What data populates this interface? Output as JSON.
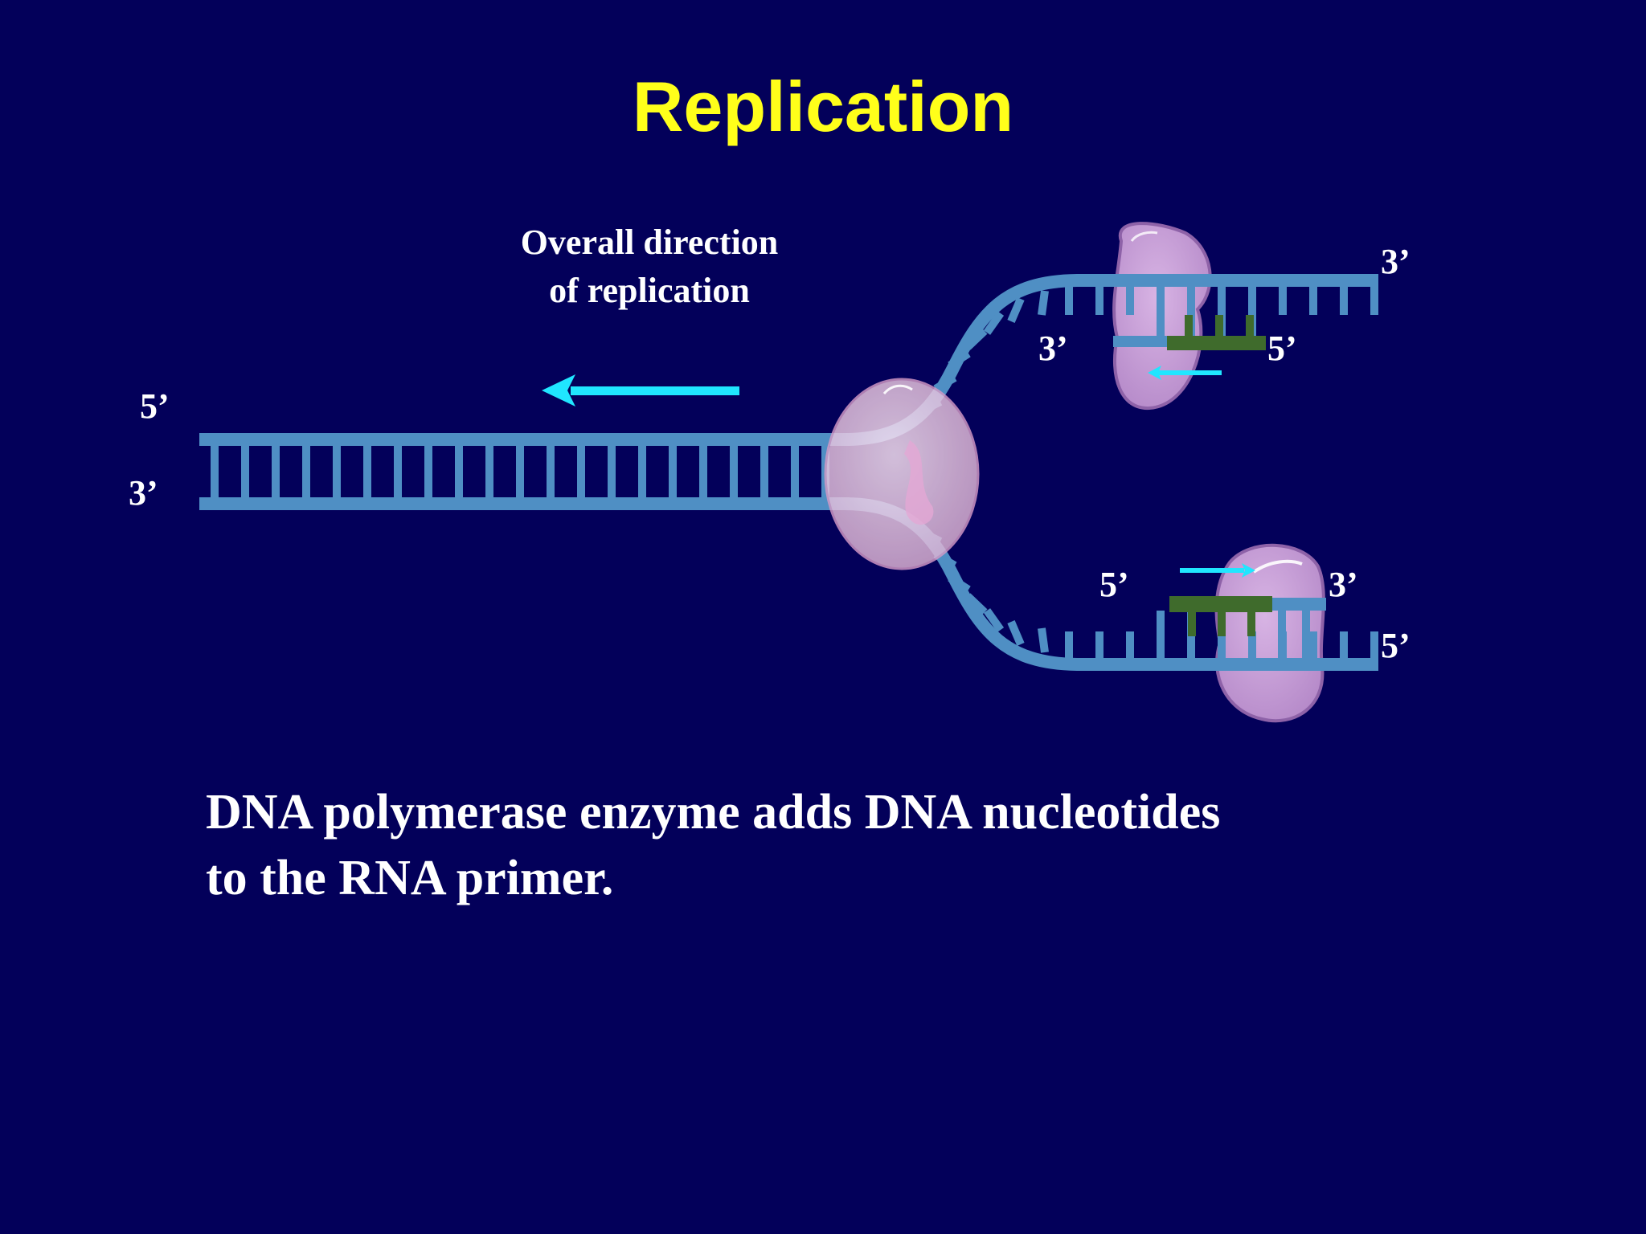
{
  "slide": {
    "title": "Replication",
    "caption_line1": "DNA polymerase enzyme adds DNA nucleotides",
    "caption_line2": "to the RNA primer."
  },
  "diagram": {
    "direction_label_line1": "Overall direction",
    "direction_label_line2": "of replication",
    "labels": {
      "parent_top_end": "5’",
      "parent_bottom_end": "3’",
      "upper_template_end": "3’",
      "upper_new_strand_3": "3’",
      "upper_new_strand_5": "5’",
      "lower_new_strand_5": "5’",
      "lower_new_strand_3": "3’",
      "lower_template_end": "5’"
    },
    "colors": {
      "background": "#03005a",
      "title": "#ffff1a",
      "dna_backbone": "#4f8fc4",
      "arrow": "#20e6ff",
      "rna_primer": "#3f6b2c",
      "helicase": "#f0c8e6",
      "polymerase": "#c99ed8"
    }
  }
}
